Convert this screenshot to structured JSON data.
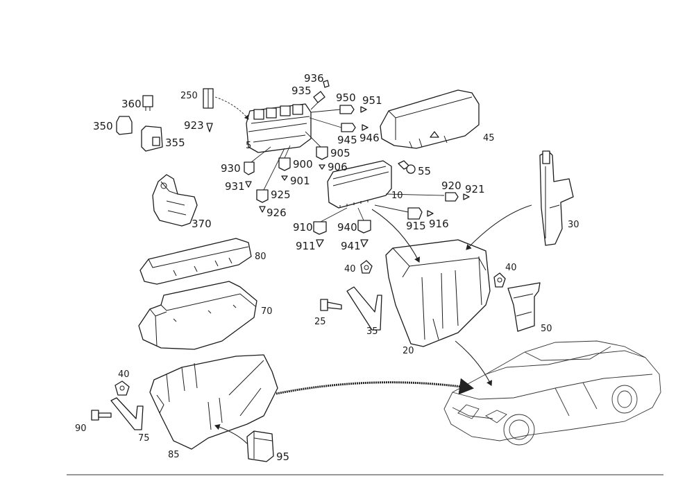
{
  "labels": {
    "p936": "936",
    "p935": "935",
    "p950": "950",
    "p951": "951",
    "p250": "250",
    "p360": "360",
    "p350": "350",
    "p923": "923",
    "p355": "355",
    "p5": "5",
    "p945": "945",
    "p946": "946",
    "p45": "45",
    "p905": "905",
    "p930": "930",
    "p900": "900",
    "p906": "906",
    "p55": "55",
    "p931": "931",
    "p901": "901",
    "p925": "925",
    "p926": "926",
    "p370": "370",
    "p920": "920",
    "p921": "921",
    "p10": "10",
    "p910": "910",
    "p940": "940",
    "p915": "915",
    "p916": "916",
    "p30": "30",
    "p911": "911",
    "p941": "941",
    "p80": "80",
    "p40a": "40",
    "p40b": "40",
    "p70": "70",
    "p25": "25",
    "p35": "35",
    "p50": "50",
    "p20": "20",
    "p40c": "40",
    "p90": "90",
    "p75": "75",
    "p85": "85",
    "p95": "95"
  }
}
